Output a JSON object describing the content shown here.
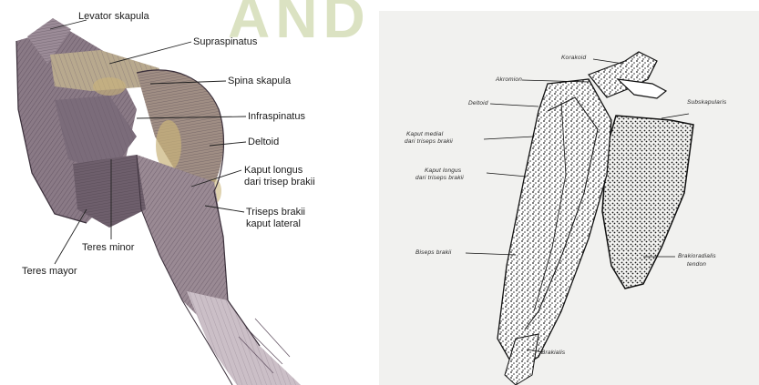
{
  "left_figure": {
    "labels": {
      "levator_skapula": "Levator skapula",
      "supraspinatus": "Supraspinatus",
      "spina_skapula": "Spina skapula",
      "infraspinatus": "Infraspinatus",
      "deltoid": "Deltoid",
      "kaput_longus_line1": "Kaput longus",
      "kaput_longus_line2": "dari trisep brakii",
      "triseps_lateral_line1": "Triseps brakii",
      "triseps_lateral_line2": "kaput lateral",
      "teres_minor": "Teres minor",
      "teres_mayor": "Teres mayor"
    }
  },
  "right_figure": {
    "labels": {
      "top_right": "Korakoid",
      "upper_mid": "Akromion",
      "deltoid": "Deltoid",
      "kaput_medial_line1": "Kaput medial",
      "kaput_medial_line2": "dari triseps brakii",
      "kaput_longus_line1": "Kaput longus",
      "kaput_longus_line2": "dari triseps brakii",
      "right_side": "Subskapularis",
      "biceps": "Biseps brakii",
      "lower_right_line1": "Brakioradialis",
      "lower_right_line2": "tendon",
      "bottom": "Brakialis"
    }
  },
  "watermark": {
    "text": "ANDA",
    "color": "#b4c07a"
  }
}
